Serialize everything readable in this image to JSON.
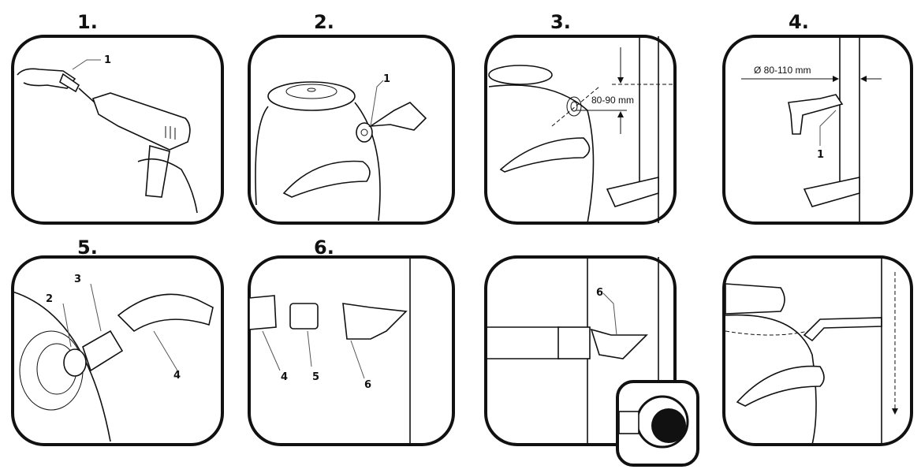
{
  "steps": [
    {
      "number": "1.",
      "callouts": [
        "1"
      ]
    },
    {
      "number": "2.",
      "callouts": [
        "1"
      ]
    },
    {
      "number": "3.",
      "dimension": "80-90 mm"
    },
    {
      "number": "4.",
      "dimension": "Ø 80-110 mm",
      "callouts": [
        "1"
      ]
    },
    {
      "number": "5.",
      "callouts": [
        "2",
        "3",
        "4"
      ]
    },
    {
      "number": "6.",
      "callouts": [
        "4",
        "5",
        "6"
      ]
    },
    {
      "number": "",
      "callouts": [
        "6"
      ]
    },
    {
      "number": ""
    }
  ]
}
